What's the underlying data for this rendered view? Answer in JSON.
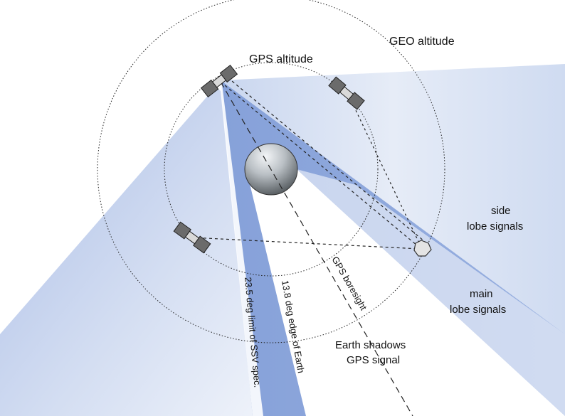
{
  "labels": {
    "geo_altitude": "GEO altitude",
    "gps_altitude": "GPS altitude",
    "side_lobe_line1": "side",
    "side_lobe_line2": "lobe signals",
    "main_lobe_line1": "main",
    "main_lobe_line2": "lobe signals",
    "earth_shadow_line1": "Earth shadows",
    "earth_shadow_line2": "GPS signal",
    "gps_boresight": "GPS boresight",
    "edge_of_earth": "13.8 deg edge of Earth",
    "ssv_limit": "23.5 deg limit of SSV spec."
  },
  "colors": {
    "main_lobe": "#8fa8dc",
    "side_lobe_light": "#dfe7f5",
    "earth_top": "#e9ecef",
    "earth_bottom": "#5e6469",
    "satellite": "#6b6b6b",
    "receiver": "#e4e4e4"
  }
}
